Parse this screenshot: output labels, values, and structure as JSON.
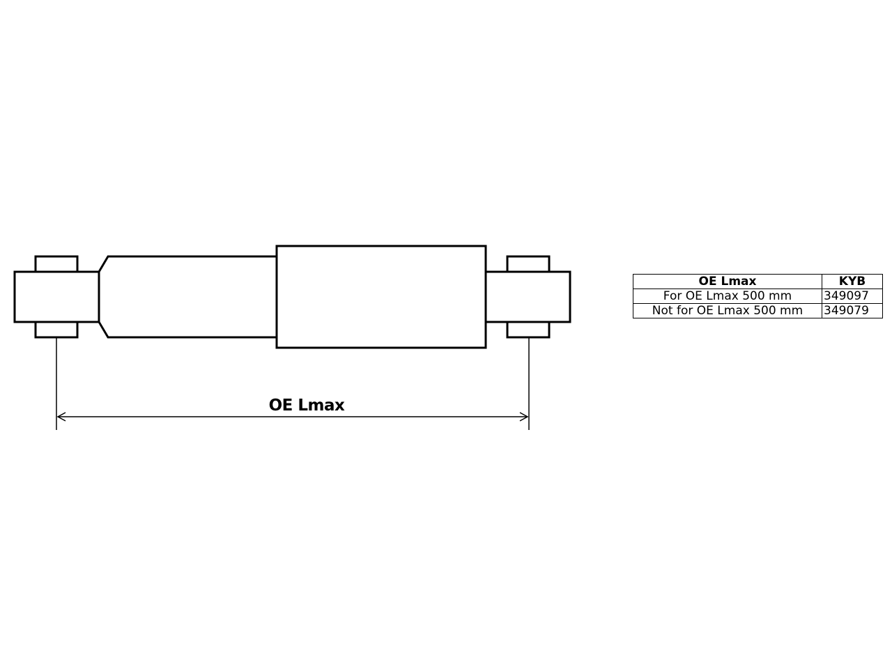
{
  "dimension_label": "OE Lmax",
  "table": {
    "headers": [
      "OE Lmax",
      "KYB"
    ],
    "rows": [
      [
        "For OE Lmax 500 mm",
        "349097"
      ],
      [
        "Not for OE Lmax 500 mm",
        "349079"
      ]
    ]
  },
  "colors": {
    "line": "#000000",
    "background": "#ffffff"
  }
}
